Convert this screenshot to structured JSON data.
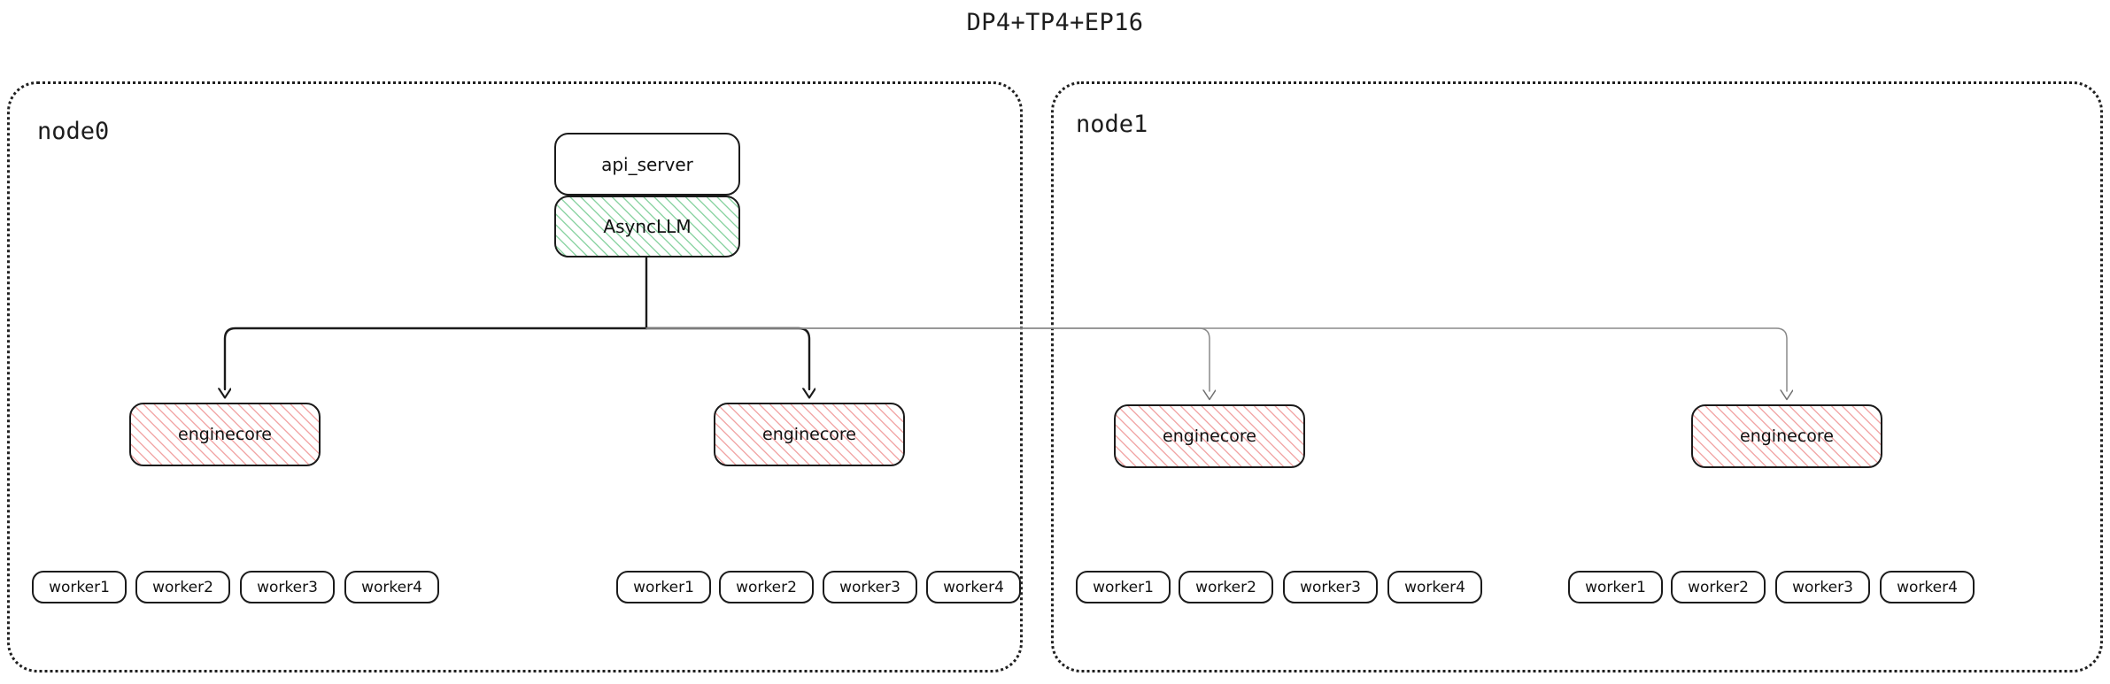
{
  "title": "DP4+TP4+EP16",
  "colors": {
    "ink": "#1b1b1b",
    "async_hatch": "#8fd5a6",
    "engine_hatch": "#f2a9a9",
    "edge_dark": "#1b1b1b",
    "edge_light": "#8a8a8a",
    "container_border": "#202020"
  },
  "nodes": [
    {
      "id": "node0",
      "label": "node0",
      "frontend": {
        "api_server": "api_server",
        "async_llm": "AsyncLLM"
      },
      "engines": [
        {
          "label": "enginecore",
          "workers": [
            "worker1",
            "worker2",
            "worker3",
            "worker4"
          ]
        },
        {
          "label": "enginecore",
          "workers": [
            "worker1",
            "worker2",
            "worker3",
            "worker4"
          ]
        }
      ]
    },
    {
      "id": "node1",
      "label": "node1",
      "engines": [
        {
          "label": "enginecore",
          "workers": [
            "worker1",
            "worker2",
            "worker3",
            "worker4"
          ]
        },
        {
          "label": "enginecore",
          "workers": [
            "worker1",
            "worker2",
            "worker3",
            "worker4"
          ]
        }
      ]
    }
  ]
}
